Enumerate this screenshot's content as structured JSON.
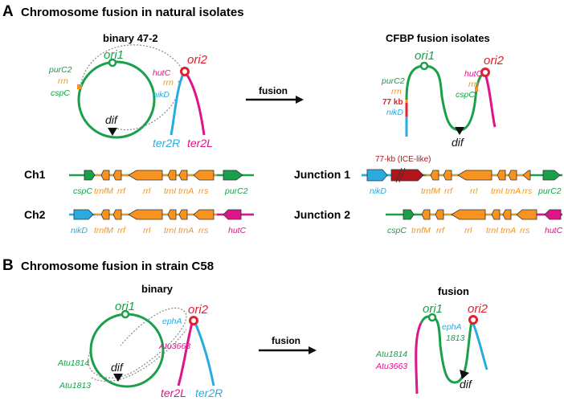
{
  "colors": {
    "green": "#1aa04a",
    "dark_green": "#0e8a3e",
    "red": "#e4202a",
    "magenta": "#e0148a",
    "blue": "#29abe2",
    "orange": "#f7931e",
    "dark_red": "#b0151c",
    "black": "#111111",
    "grey": "#888888"
  },
  "panelA": {
    "letter": "A",
    "title": "Chromosome fusion in natural isolates",
    "binary_title": "binary 47-2",
    "fusion_title": "CFBP fusion isolates",
    "arrow_label": "fusion",
    "labels": {
      "ori1": "ori1",
      "ori2": "ori2",
      "dif": "dif",
      "purC2": "purC2",
      "rrn": "rrn",
      "cspC": "cspC",
      "hutC": "hutC",
      "nikD": "nikD",
      "ter2R": "ter2R",
      "ter2L": "ter2L",
      "kb77": "77 kb"
    },
    "rows": {
      "ch1": "Ch1",
      "ch2": "Ch2",
      "j1": "Junction 1",
      "j2": "Junction 2",
      "ice": "77-kb (ICE-like)"
    },
    "genes": {
      "cspC": "cspC",
      "trnfM": "trnfM",
      "rrf": "rrf",
      "rrl": "rrl",
      "trnI": "trnI",
      "trnA": "trnA",
      "rrs": "rrs",
      "purC2": "purC2",
      "nikD": "nikD",
      "hutC": "hutC"
    }
  },
  "panelB": {
    "letter": "B",
    "title": "Chromosome fusion in strain C58",
    "binary_title": "binary",
    "fusion_title": "fusion",
    "arrow_label": "fusion",
    "labels": {
      "ori1": "ori1",
      "ori2": "ori2",
      "dif": "dif",
      "ephA": "ephA",
      "atu3663": "Atu3663",
      "atu1814": "Atu1814",
      "atu1813": "Atu1813",
      "ter2L": "ter2L",
      "ter2R": "ter2R",
      "n1813": "1813"
    }
  }
}
